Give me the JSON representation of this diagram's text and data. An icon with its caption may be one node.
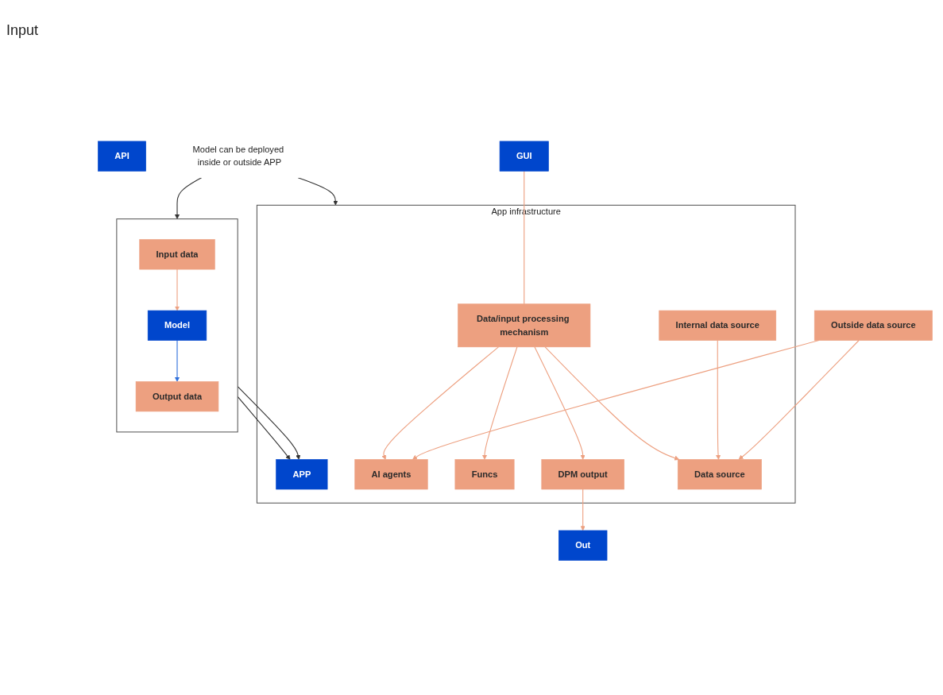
{
  "diagram": {
    "nodes": [
      {
        "text": [],
        "shape": "box"
      },
      {
        "text": [
          "Model"
        ],
        "in": 0
      },
      {
        "text": [
          "Input data"
        ],
        "in": 0
      },
      {
        "text": [
          "Output data"
        ],
        "in": 0
      },
      {
        "text": [
          "App infrastructure"
        ]
      },
      {
        "text": [
          "APP"
        ],
        "in": 4
      },
      {
        "text": [
          "AI agents"
        ],
        "in": 4
      },
      {
        "text": [
          "Data/input processing mechanism"
        ],
        "in": 4
      },
      {
        "text": [
          "Funcs"
        ],
        "in": 4
      },
      {
        "text": [
          "DPM output"
        ],
        "in": 4
      },
      {
        "text": [
          "Data source"
        ],
        "in": 4
      },
      {
        "text": [
          "Internal data source"
        ],
        "in": 4
      },
      {
        "text": [
          "Outside data source"
        ]
      },
      {
        "text": [
          "API"
        ]
      },
      {
        "text": [
          "GUI"
        ]
      },
      {
        "text": [
          "Out"
        ]
      },
      {
        "text": [
          "Model can be deployed inside or outside APP"
        ]
      }
    ],
    "edges": [
      {
        "from": 2,
        "to": 1,
        "arrow": "to"
      },
      {
        "from": 1,
        "to": 3,
        "arrow": "to",
        "color": "#2f6fdb"
      },
      {
        "from": 0,
        "to": 5,
        "arrow": "to",
        "color": "#333333"
      },
      {
        "from": 0,
        "to": 5,
        "arrow": "to",
        "color": "#333333"
      },
      {
        "from": 16,
        "to": 0,
        "arrow": "to",
        "color": "#333333"
      },
      {
        "from": 16,
        "to": 4,
        "arrow": "to",
        "color": "#333333"
      },
      {
        "from": 14,
        "to": 7,
        "arrow": "none"
      },
      {
        "from": 7,
        "to": 6,
        "arrow": "to"
      },
      {
        "from": 7,
        "to": 8,
        "arrow": "to"
      },
      {
        "from": 7,
        "to": 9,
        "arrow": "to"
      },
      {
        "from": 7,
        "to": 10,
        "arrow": "to"
      },
      {
        "from": 9,
        "to": 15,
        "arrow": "to"
      },
      {
        "from": 11,
        "to": 10,
        "arrow": "to"
      },
      {
        "from": 12,
        "to": 6,
        "arrow": "to"
      },
      {
        "from": 12,
        "to": 10,
        "arrow": "to"
      }
    ],
    "labels": [
      "Input"
    ]
  }
}
